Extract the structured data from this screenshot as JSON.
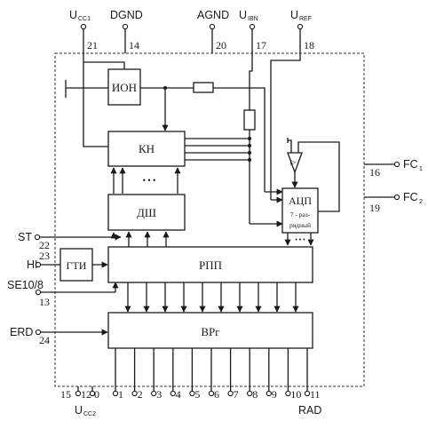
{
  "blocks": {
    "ion": "ИОН",
    "kn": "КН",
    "dsh": "ДШ",
    "gti": "ГТИ",
    "rpp": "РПП",
    "vrg": "ВРг",
    "adc_title": "АЦП",
    "adc_line1": "7 - раз-",
    "adc_line2": "рядный",
    "comp_symbol": "▷",
    "ellipsis": "• • •",
    "ellipsis_small": "• • •"
  },
  "top_pins": [
    {
      "label": "U",
      "sub": "CC1",
      "number": "21"
    },
    {
      "label": "DGND",
      "sub": "",
      "number": "14"
    },
    {
      "label": "AGND",
      "sub": "",
      "number": "20"
    },
    {
      "label": "U",
      "sub": "IBN",
      "number": "17"
    },
    {
      "label": "U",
      "sub": "REF",
      "number": "18"
    }
  ],
  "left_pins": [
    {
      "label": "ST",
      "number": "22"
    },
    {
      "label": "HI",
      "number": "23"
    },
    {
      "label": "SE10/8",
      "number": "13"
    },
    {
      "label": "ERD",
      "number": "24"
    }
  ],
  "right_pins": [
    {
      "label": "FC",
      "sub": "1",
      "number": "16"
    },
    {
      "label": "FC",
      "sub": "2",
      "number": "19"
    }
  ],
  "bottom_pins": [
    {
      "number": "15"
    },
    {
      "number": "12"
    },
    {
      "number": "0"
    },
    {
      "number": "1"
    },
    {
      "number": "2"
    },
    {
      "number": "3"
    },
    {
      "number": "4"
    },
    {
      "number": "5"
    },
    {
      "number": "6"
    },
    {
      "number": "7"
    },
    {
      "number": "8"
    },
    {
      "number": "9"
    },
    {
      "number": "10"
    },
    {
      "number": "11"
    }
  ],
  "bottom_labels": {
    "ucc2": "U",
    "ucc2_sub": "CC2",
    "rad": "RAD"
  }
}
